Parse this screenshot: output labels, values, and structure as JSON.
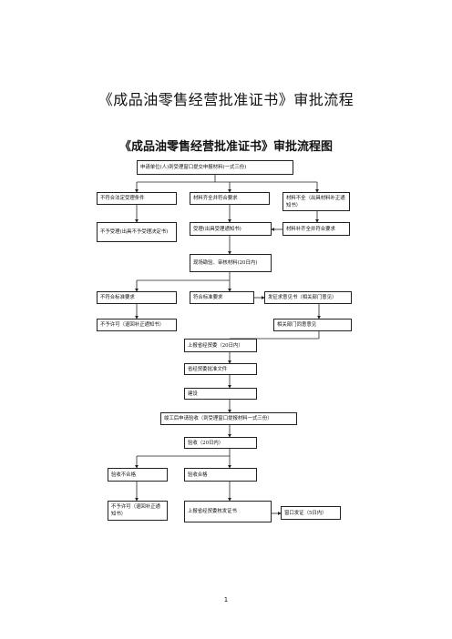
{
  "document_title": "《成品油零售经营批准证书》审批流程",
  "chart_title": "《成品油零售经营批准证书》审批流程图",
  "boxes": {
    "apply": "申请单位(人)到受理窗口提交申报材料(一式三份)",
    "not_meet": "不符合法定受理条件",
    "complete": "材料齐全并符合要求",
    "incomplete": "材料不全（出具材料补正通知书）",
    "reject_accept": "不予受理(出具不予受理决定书)",
    "accepted": "受理(出具受理通知书)",
    "supplement": "材料补齐全并符合要求",
    "inspect": "现场勘验、审核材料(20日内)",
    "not_standard": "不符合标准要求",
    "standard": "符合标准要求",
    "consult": "发征求意见书（相关部门意见）",
    "deny1": "不予许可（退回补正通知书）",
    "agree": "相关部门同意意见",
    "report1": "上报省经贸委（20日内）",
    "approval_doc": "省经贸委批准文件",
    "build": "建设",
    "acceptance_apply": "竣工后申请验收（到受理窗口提报材料一式三份）",
    "acceptance": "验收（20日内）",
    "fail": "验收不合格",
    "pass": "验收合格",
    "deny2": "不予许可（退回补正通知书）",
    "report2": "上报省经贸委核发证书",
    "issue": "窗口发证（5日内）"
  },
  "page_number": "1"
}
